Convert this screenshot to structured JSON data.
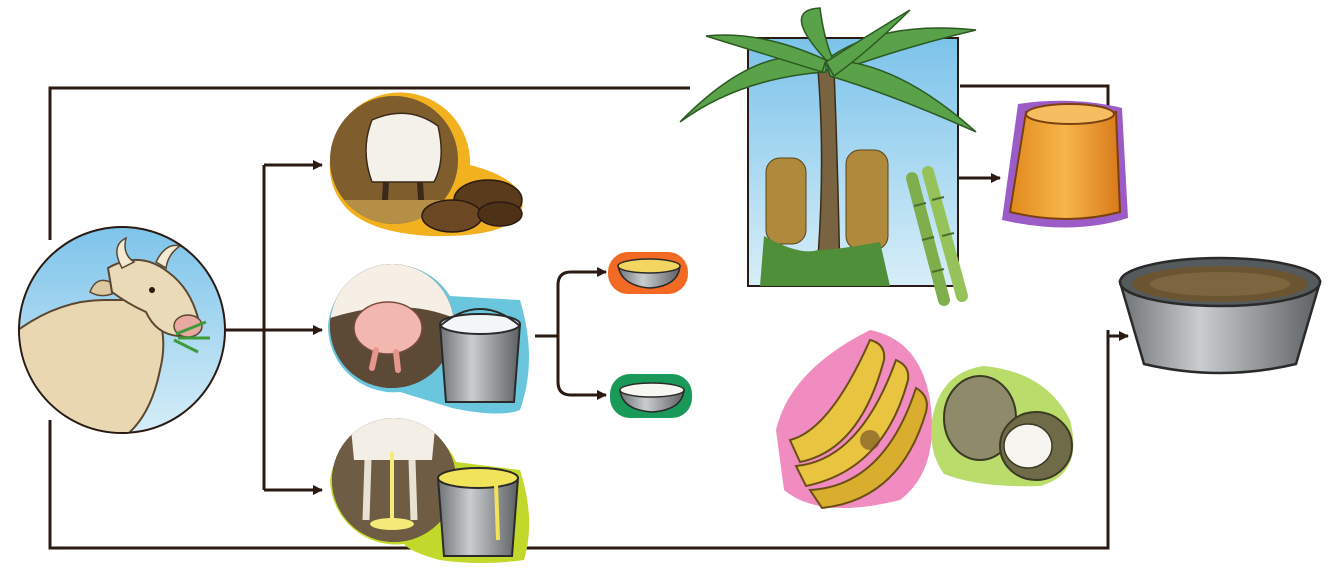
{
  "diagram": {
    "type": "process-flow",
    "nodes": [
      {
        "id": "cow",
        "icon": "cow-icon"
      },
      {
        "id": "dung",
        "icon": "cow-dung-icon",
        "border_color": "#f2b21f"
      },
      {
        "id": "milk",
        "icon": "milk-bucket-icon",
        "border_color": "#69c6dc"
      },
      {
        "id": "urine",
        "icon": "urine-bucket-icon",
        "border_color": "#c2d82b"
      },
      {
        "id": "ghee",
        "icon": "ghee-bowl-icon",
        "border_color": "#f26a24"
      },
      {
        "id": "curd",
        "icon": "curd-bowl-icon",
        "border_color": "#1a9a58"
      },
      {
        "id": "palm",
        "icon": "palm-tree-icon"
      },
      {
        "id": "sugarcane",
        "icon": "sugarcane-icon"
      },
      {
        "id": "jaggery",
        "icon": "jaggery-block-icon",
        "border_color": "#9c5cc8"
      },
      {
        "id": "banana",
        "icon": "banana-bunch-icon",
        "border_color": "#f08cc0"
      },
      {
        "id": "coconut",
        "icon": "coconut-icon",
        "border_color": "#b9dc6a"
      },
      {
        "id": "mixture",
        "icon": "mixing-tub-icon"
      }
    ],
    "edges": [
      {
        "from": "cow",
        "to": "dung"
      },
      {
        "from": "cow",
        "to": "milk"
      },
      {
        "from": "cow",
        "to": "urine"
      },
      {
        "from": "milk",
        "to": "ghee"
      },
      {
        "from": "milk",
        "to": "curd"
      },
      {
        "from": "palm",
        "to": "jaggery"
      },
      {
        "from": "cow",
        "to": "mixture"
      }
    ],
    "colors": {
      "line": "#2a1a12",
      "sky": "#9fd3ee"
    }
  }
}
